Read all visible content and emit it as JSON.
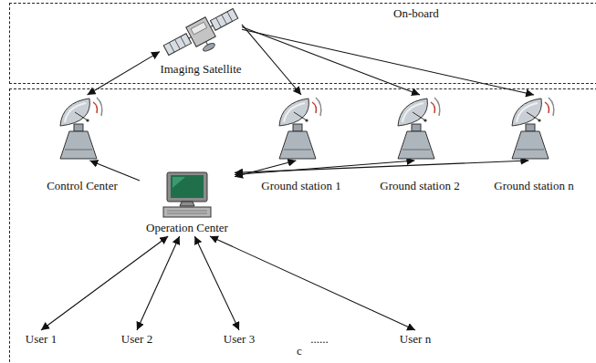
{
  "diagram": {
    "nodes": [
      {
        "text": [
          "On-board"
        ]
      },
      {
        "text": [
          "Imaging Satellite"
        ],
        "in": 0
      },
      {
        "text": [
          "c"
        ]
      },
      {
        "text": [
          "Control Center"
        ],
        "in": 2
      },
      {
        "text": [
          "Ground station 1"
        ],
        "in": 2
      },
      {
        "text": [
          "Ground station 2"
        ],
        "in": 2
      },
      {
        "text": [
          "Ground station n"
        ],
        "in": 2
      },
      {
        "text": [
          "Operation Center"
        ],
        "in": 2
      },
      {
        "text": [
          "User 1"
        ],
        "in": 2
      },
      {
        "text": [
          "User 2"
        ],
        "in": 2
      },
      {
        "text": [
          "User 3"
        ],
        "in": 2
      },
      {
        "text": [
          "User n"
        ],
        "in": 2
      }
    ],
    "edges": [
      {
        "from": 1,
        "to": 3,
        "arrow": "both"
      },
      {
        "from": 1,
        "to": 4,
        "arrow": "to"
      },
      {
        "from": 1,
        "to": 5,
        "arrow": "to"
      },
      {
        "from": 1,
        "to": 6,
        "arrow": "to"
      },
      {
        "from": 7,
        "to": 3,
        "arrow": "to"
      },
      {
        "from": 7,
        "to": 4,
        "arrow": "both"
      },
      {
        "from": 7,
        "to": 5,
        "arrow": "both"
      },
      {
        "from": 7,
        "to": 6,
        "arrow": "both"
      },
      {
        "from": 7,
        "to": 8,
        "arrow": "both"
      },
      {
        "from": 7,
        "to": 9,
        "arrow": "both"
      },
      {
        "from": 7,
        "to": 10,
        "arrow": "both"
      },
      {
        "from": 7,
        "to": 11,
        "arrow": "both"
      }
    ],
    "labels": [
      "......"
    ]
  }
}
